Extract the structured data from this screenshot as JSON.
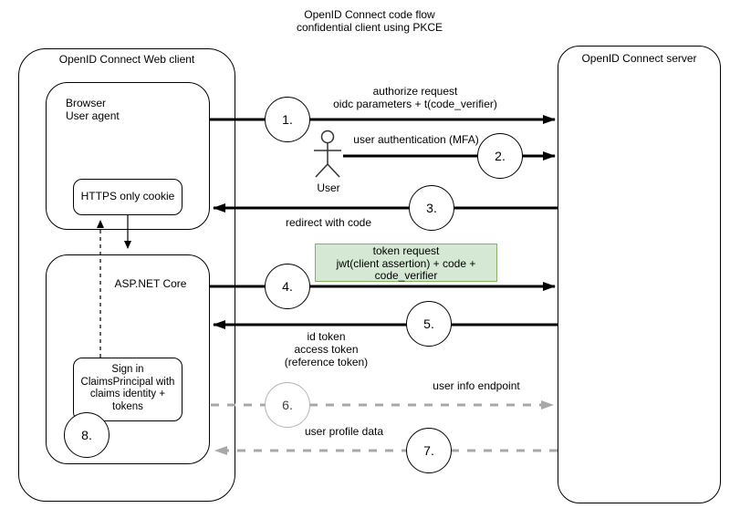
{
  "title": "OpenID Connect code flow\nconfidential client using PKCE",
  "client_box": {
    "label": "OpenID Connect Web client"
  },
  "browser_box": {
    "label": "Browser\nUser agent",
    "cookie_label": "HTTPS only cookie"
  },
  "aspnet_box": {
    "label": "ASP.NET Core",
    "signin_label": "Sign in\nClaimsPrincipal with\nclaims identity +\ntokens"
  },
  "server_box": {
    "label": "OpenID Connect server"
  },
  "actor": {
    "label": "User"
  },
  "steps": {
    "s1": {
      "num": "1.",
      "label": "authorize request\noidc parameters + t(code_verifier)"
    },
    "s2": {
      "num": "2.",
      "label": "user authentication (MFA)"
    },
    "s3": {
      "num": "3.",
      "label": "redirect with code"
    },
    "s4": {
      "num": "4.",
      "label": "token request\njwt(client assertion) + code +\ncode_verifier"
    },
    "s5": {
      "num": "5.",
      "label": "id token\naccess token\n(reference token)"
    },
    "s6": {
      "num": "6.",
      "label": "user info endpoint"
    },
    "s7": {
      "num": "7.",
      "label": "user profile data"
    },
    "s8": {
      "num": "8."
    }
  },
  "colors": {
    "note_fill": "#d5e8d4",
    "note_border": "#82b366",
    "dashed_arrow_gray": "#a8a8a8",
    "line_black": "#000000"
  }
}
